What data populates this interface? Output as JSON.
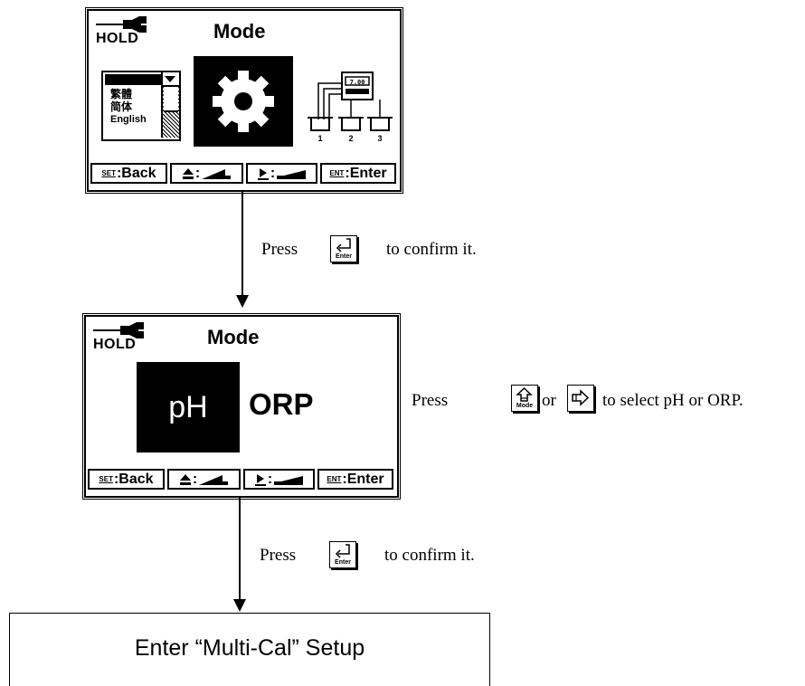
{
  "screen1": {
    "hold_label": "HOLD",
    "title": "Mode",
    "language_options": [
      "繁體",
      "简体",
      "English"
    ],
    "softkeys": {
      "back_cap": "SET",
      "back_label": ":Back",
      "up_label": ":",
      "right_label": ":",
      "enter_cap": "ENT",
      "enter_label": ":Enter"
    },
    "bucket_numbers": [
      "1",
      "2",
      "3"
    ],
    "meter_reading": "7.00"
  },
  "step1": {
    "press": "Press",
    "key_label": "Enter",
    "confirm": "to confirm it."
  },
  "screen2": {
    "hold_label": "HOLD",
    "title": "Mode",
    "selected_option": "pH",
    "other_option": "ORP",
    "softkeys": {
      "back_cap": "SET",
      "back_label": ":Back",
      "up_label": ":",
      "right_label": ":",
      "enter_cap": "ENT",
      "enter_label": ":Enter"
    }
  },
  "select_note": {
    "press": "Press",
    "mode_key_label": "Mode",
    "or": "or",
    "rest": "to select pH or ORP."
  },
  "step2": {
    "press": "Press",
    "key_label": "Enter",
    "confirm": "to confirm it."
  },
  "setup": {
    "label": "Enter “Multi-Cal” Setup"
  }
}
